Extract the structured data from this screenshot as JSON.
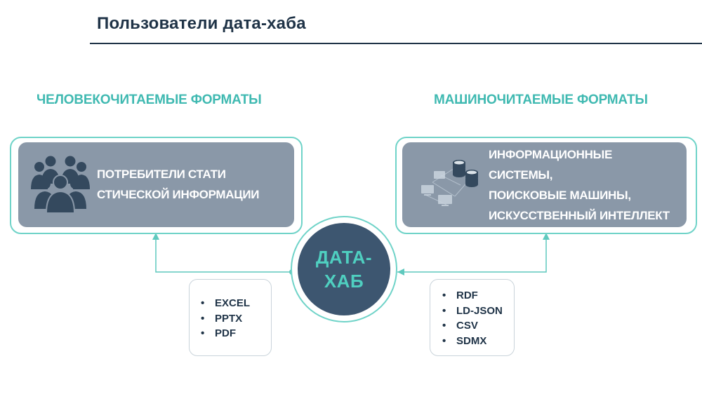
{
  "header": {
    "title": "Пользователи дата-хаба"
  },
  "human_readable": {
    "heading": "ЧЕЛОВЕКОЧИТАЕМЫЕ ФОРМАТЫ",
    "panel_lines": [
      "ПОТРЕБИТЕЛИ СТАТИ",
      "СТИЧЕСКОЙ ИНФОРМАЦИИ"
    ],
    "icon": "people-group-icon",
    "formats": [
      "EXCEL",
      "PPTX",
      "PDF"
    ]
  },
  "machine_readable": {
    "heading": "МАШИНОЧИТАЕМЫЕ ФОРМАТЫ",
    "panel_lines": [
      "ИНФОРМАЦИОННЫЕ",
      "СИСТЕМЫ,",
      "ПОИСКОВЫЕ МАШИНЫ,",
      "ИСКУССТВЕННЫЙ ИНТЕЛЛЕКТ"
    ],
    "icon": "servers-network-icon",
    "formats": [
      "RDF",
      "LD-JSON",
      "CSV",
      "SDMX"
    ]
  },
  "hub": {
    "label_lines": [
      "ДАТА-",
      "ХАБ"
    ]
  },
  "bullet": "•",
  "colors": {
    "title": "#1f3347",
    "accent_teal": "#3fb9b1",
    "panel_fill": "#8a98a8",
    "hub_fill": "#3d5670",
    "hub_text": "#4fcfc0",
    "icon_dark": "#34495e"
  }
}
